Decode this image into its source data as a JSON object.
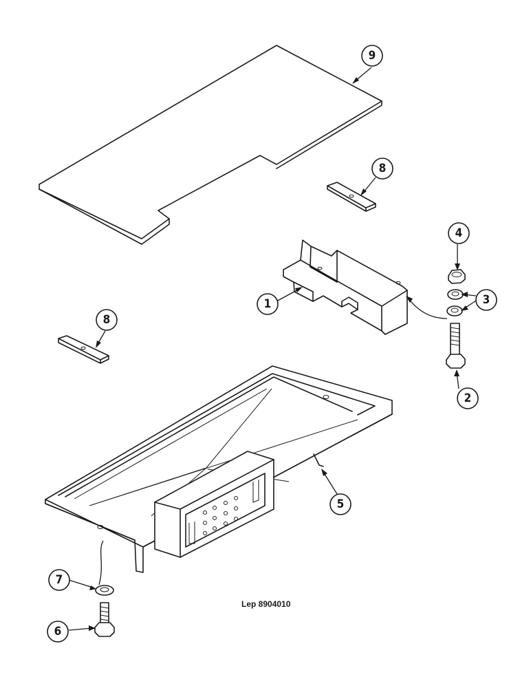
{
  "reference": "Lep 8904010",
  "callouts": [
    {
      "id": "c1",
      "label": "1"
    },
    {
      "id": "c2",
      "label": "2"
    },
    {
      "id": "c3",
      "label": "3"
    },
    {
      "id": "c4",
      "label": "4"
    },
    {
      "id": "c5",
      "label": "5"
    },
    {
      "id": "c6",
      "label": "6"
    },
    {
      "id": "c7",
      "label": "7"
    },
    {
      "id": "c8a",
      "label": "8"
    },
    {
      "id": "c8b",
      "label": "8"
    },
    {
      "id": "c9",
      "label": "9"
    }
  ]
}
